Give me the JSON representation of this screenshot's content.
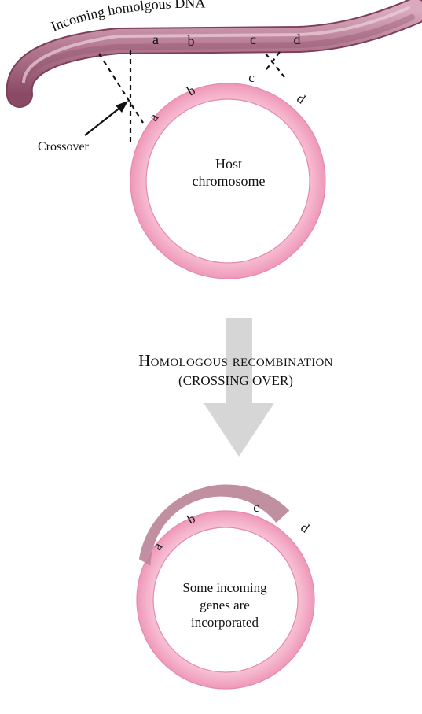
{
  "incoming_dna": {
    "label": "Incoming homolgous DNA",
    "genes": [
      "a",
      "b",
      "c",
      "d"
    ]
  },
  "host_chromosome": {
    "label": "Host chromosome",
    "label_lines": [
      "Host",
      "chromosome"
    ],
    "genes": [
      "a",
      "b",
      "c",
      "d"
    ]
  },
  "crossover": {
    "label": "Crossover"
  },
  "process": {
    "title": "Homologous recombination",
    "subtitle": "(CROSSING OVER)"
  },
  "result": {
    "label": "Some incoming genes are incorporated",
    "label_lines": [
      "Some incoming",
      "genes are",
      "incorporated"
    ],
    "genes": [
      "a",
      "b",
      "c",
      "d"
    ]
  },
  "colors": {
    "incoming_dna": "#a0607a",
    "host_ring": "#f2a6c2",
    "arrow": "#d6d6d6"
  }
}
